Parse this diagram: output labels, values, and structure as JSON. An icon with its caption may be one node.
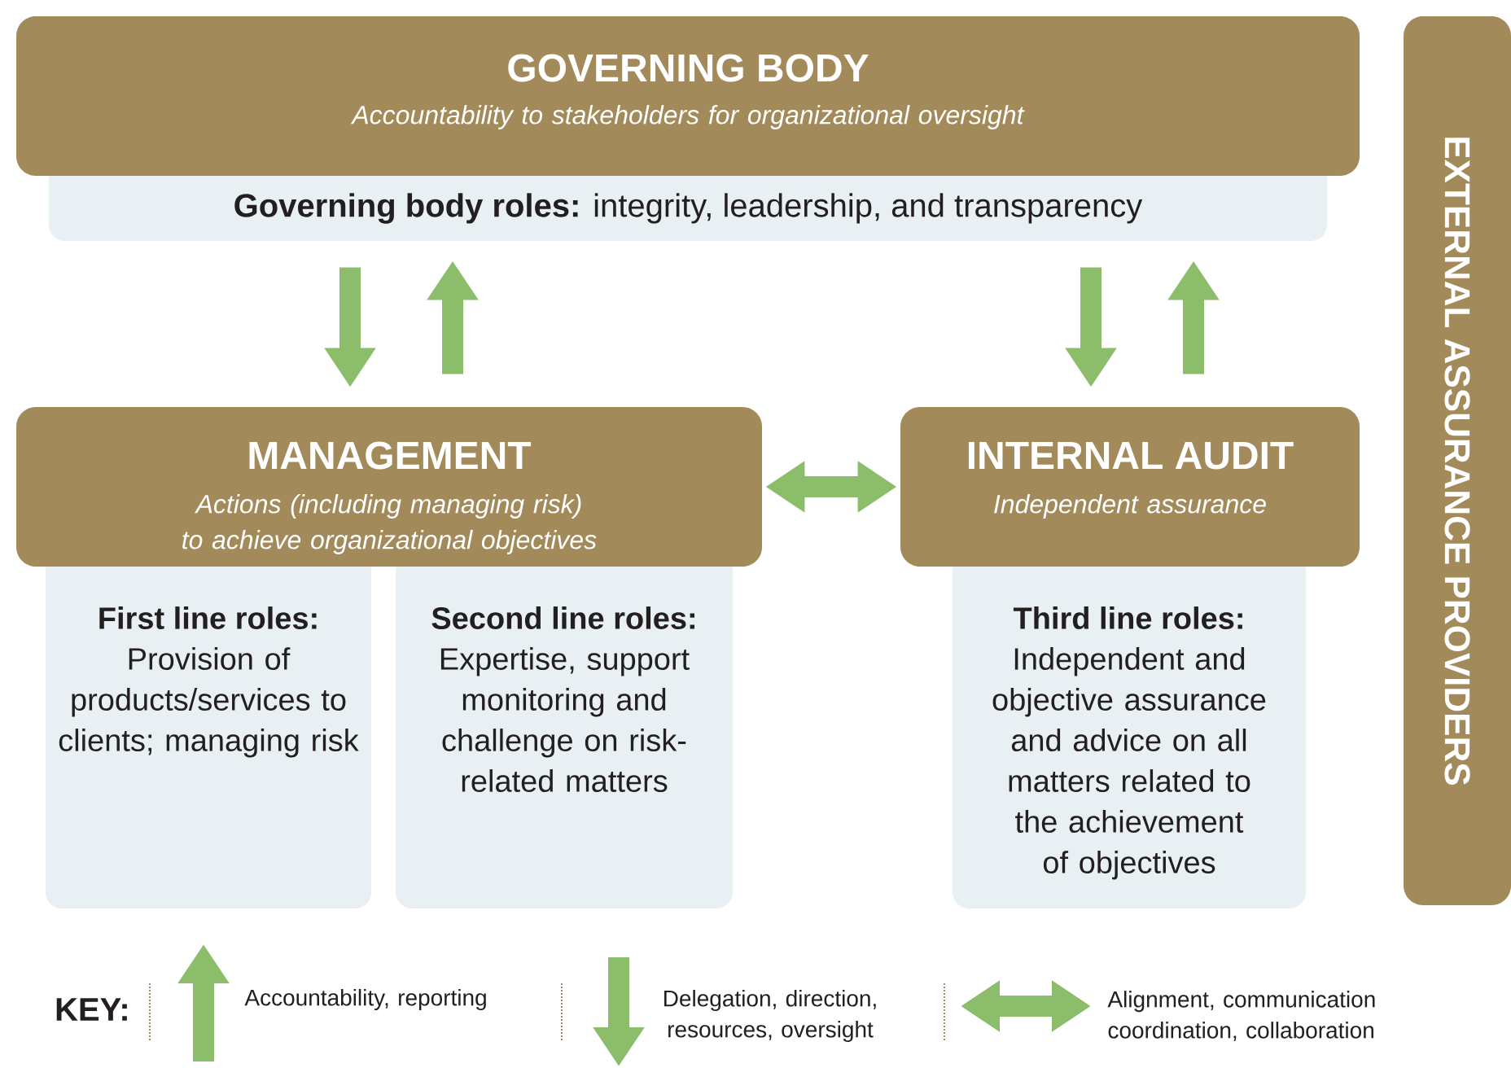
{
  "diagram": {
    "nodes": [
      {
        "text": [
          "GOVERNING BODY",
          "Accountability to stakeholders for organizational oversight"
        ]
      },
      {
        "text": [
          "**Governing body roles:** integrity, leadership, and transparency"
        ]
      },
      {
        "text": [
          "MANAGEMENT",
          "Actions (including managing risk) to achieve organizational objectives"
        ]
      },
      {
        "text": [
          "First line roles:",
          "Provision of products/services to clients; managing risk"
        ]
      },
      {
        "text": [
          "Second line roles:",
          "Expertise, support monitoring and challenge on risk-related matters"
        ]
      },
      {
        "text": [
          "INTERNAL AUDIT",
          "Independent assurance"
        ]
      },
      {
        "text": [
          "Third line roles:",
          "Independent and objective assurance and advice on all matters related to the achievement of objectives"
        ]
      },
      {
        "text": [
          "EXTERNAL ASSURANCE PROVIDERS"
        ]
      }
    ],
    "edges": [
      {
        "from": 1,
        "to": 2,
        "arrow": "to"
      },
      {
        "from": 2,
        "to": 1,
        "arrow": "to"
      },
      {
        "from": 1,
        "to": 5,
        "arrow": "to"
      },
      {
        "from": 5,
        "to": 1,
        "arrow": "to"
      },
      {
        "from": 2,
        "to": 5,
        "arrow": "both"
      }
    ],
    "labels": [
      "KEY:"
    ],
    "legend": [
      {
        "text": "Accountability, reporting"
      },
      {
        "text": "Delegation, direction, resources, oversight"
      },
      {
        "text": "Alignment, communication coordination, collaboration"
      }
    ]
  }
}
